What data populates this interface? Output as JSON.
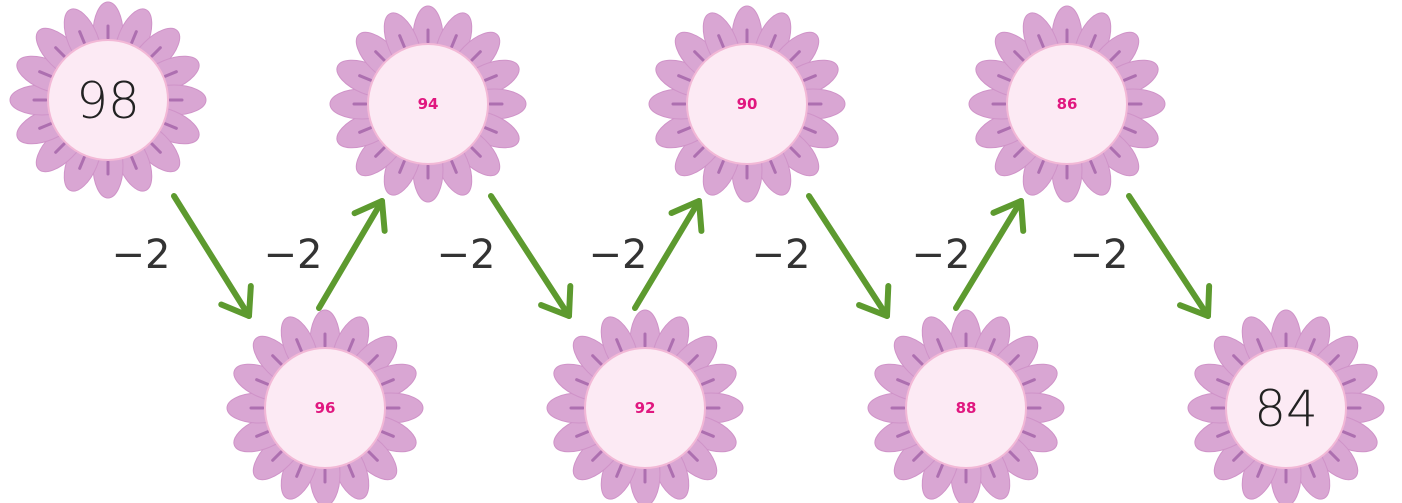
{
  "sequence": {
    "flowers": [
      {
        "value": "98",
        "emphasis": true
      },
      {
        "value": "96",
        "emphasis": false
      },
      {
        "value": "94",
        "emphasis": false
      },
      {
        "value": "92",
        "emphasis": false
      },
      {
        "value": "90",
        "emphasis": false
      },
      {
        "value": "88",
        "emphasis": false
      },
      {
        "value": "86",
        "emphasis": false
      },
      {
        "value": "84",
        "emphasis": true
      }
    ],
    "steps": [
      "−2",
      "−2",
      "−2",
      "−2",
      "−2",
      "−2",
      "−2"
    ]
  },
  "colors": {
    "petal": "#d9a6d3",
    "vein": "#ad6fb0",
    "center": "#fceaf4",
    "arrow": "#5d9a2f",
    "small_number": "#e0177f",
    "big_number": "#222222"
  }
}
